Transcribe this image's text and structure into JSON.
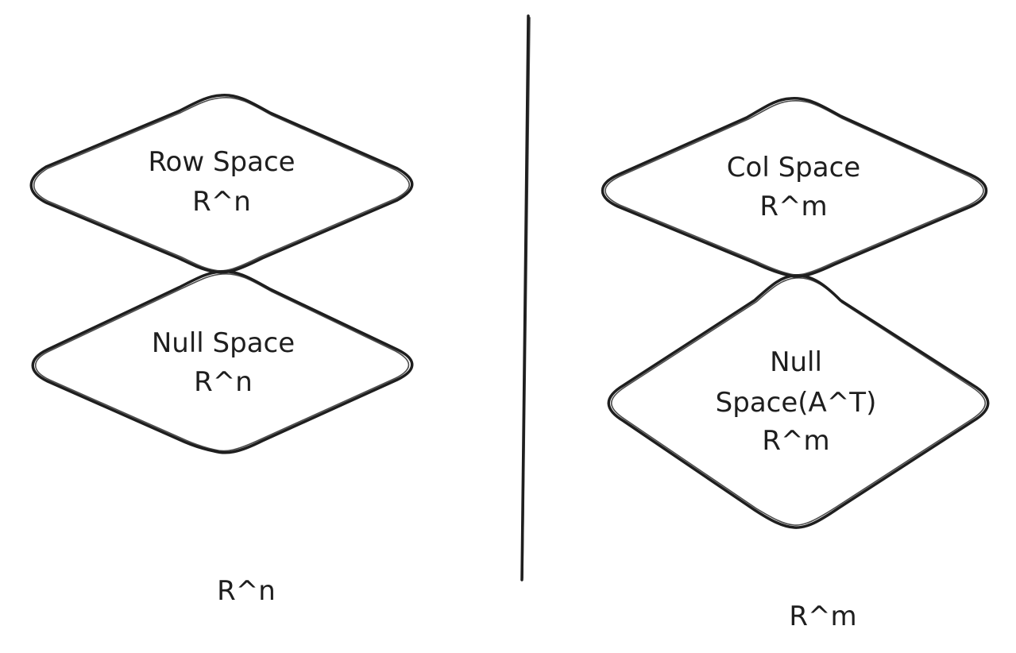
{
  "diagram": {
    "left": {
      "row_space": {
        "line1": "Row Space",
        "line2": "R^n"
      },
      "null_space": {
        "line1": "Null Space",
        "line2": "R^n"
      },
      "caption": "R^n"
    },
    "right": {
      "col_space": {
        "line1": "Col Space",
        "line2": "R^m"
      },
      "left_null_space": {
        "line1": "Null",
        "line2": "Space(A^T)",
        "line3": "R^m"
      },
      "caption": "R^m"
    }
  },
  "colors": {
    "stroke": "#1e1e1e",
    "background": "#ffffff"
  }
}
